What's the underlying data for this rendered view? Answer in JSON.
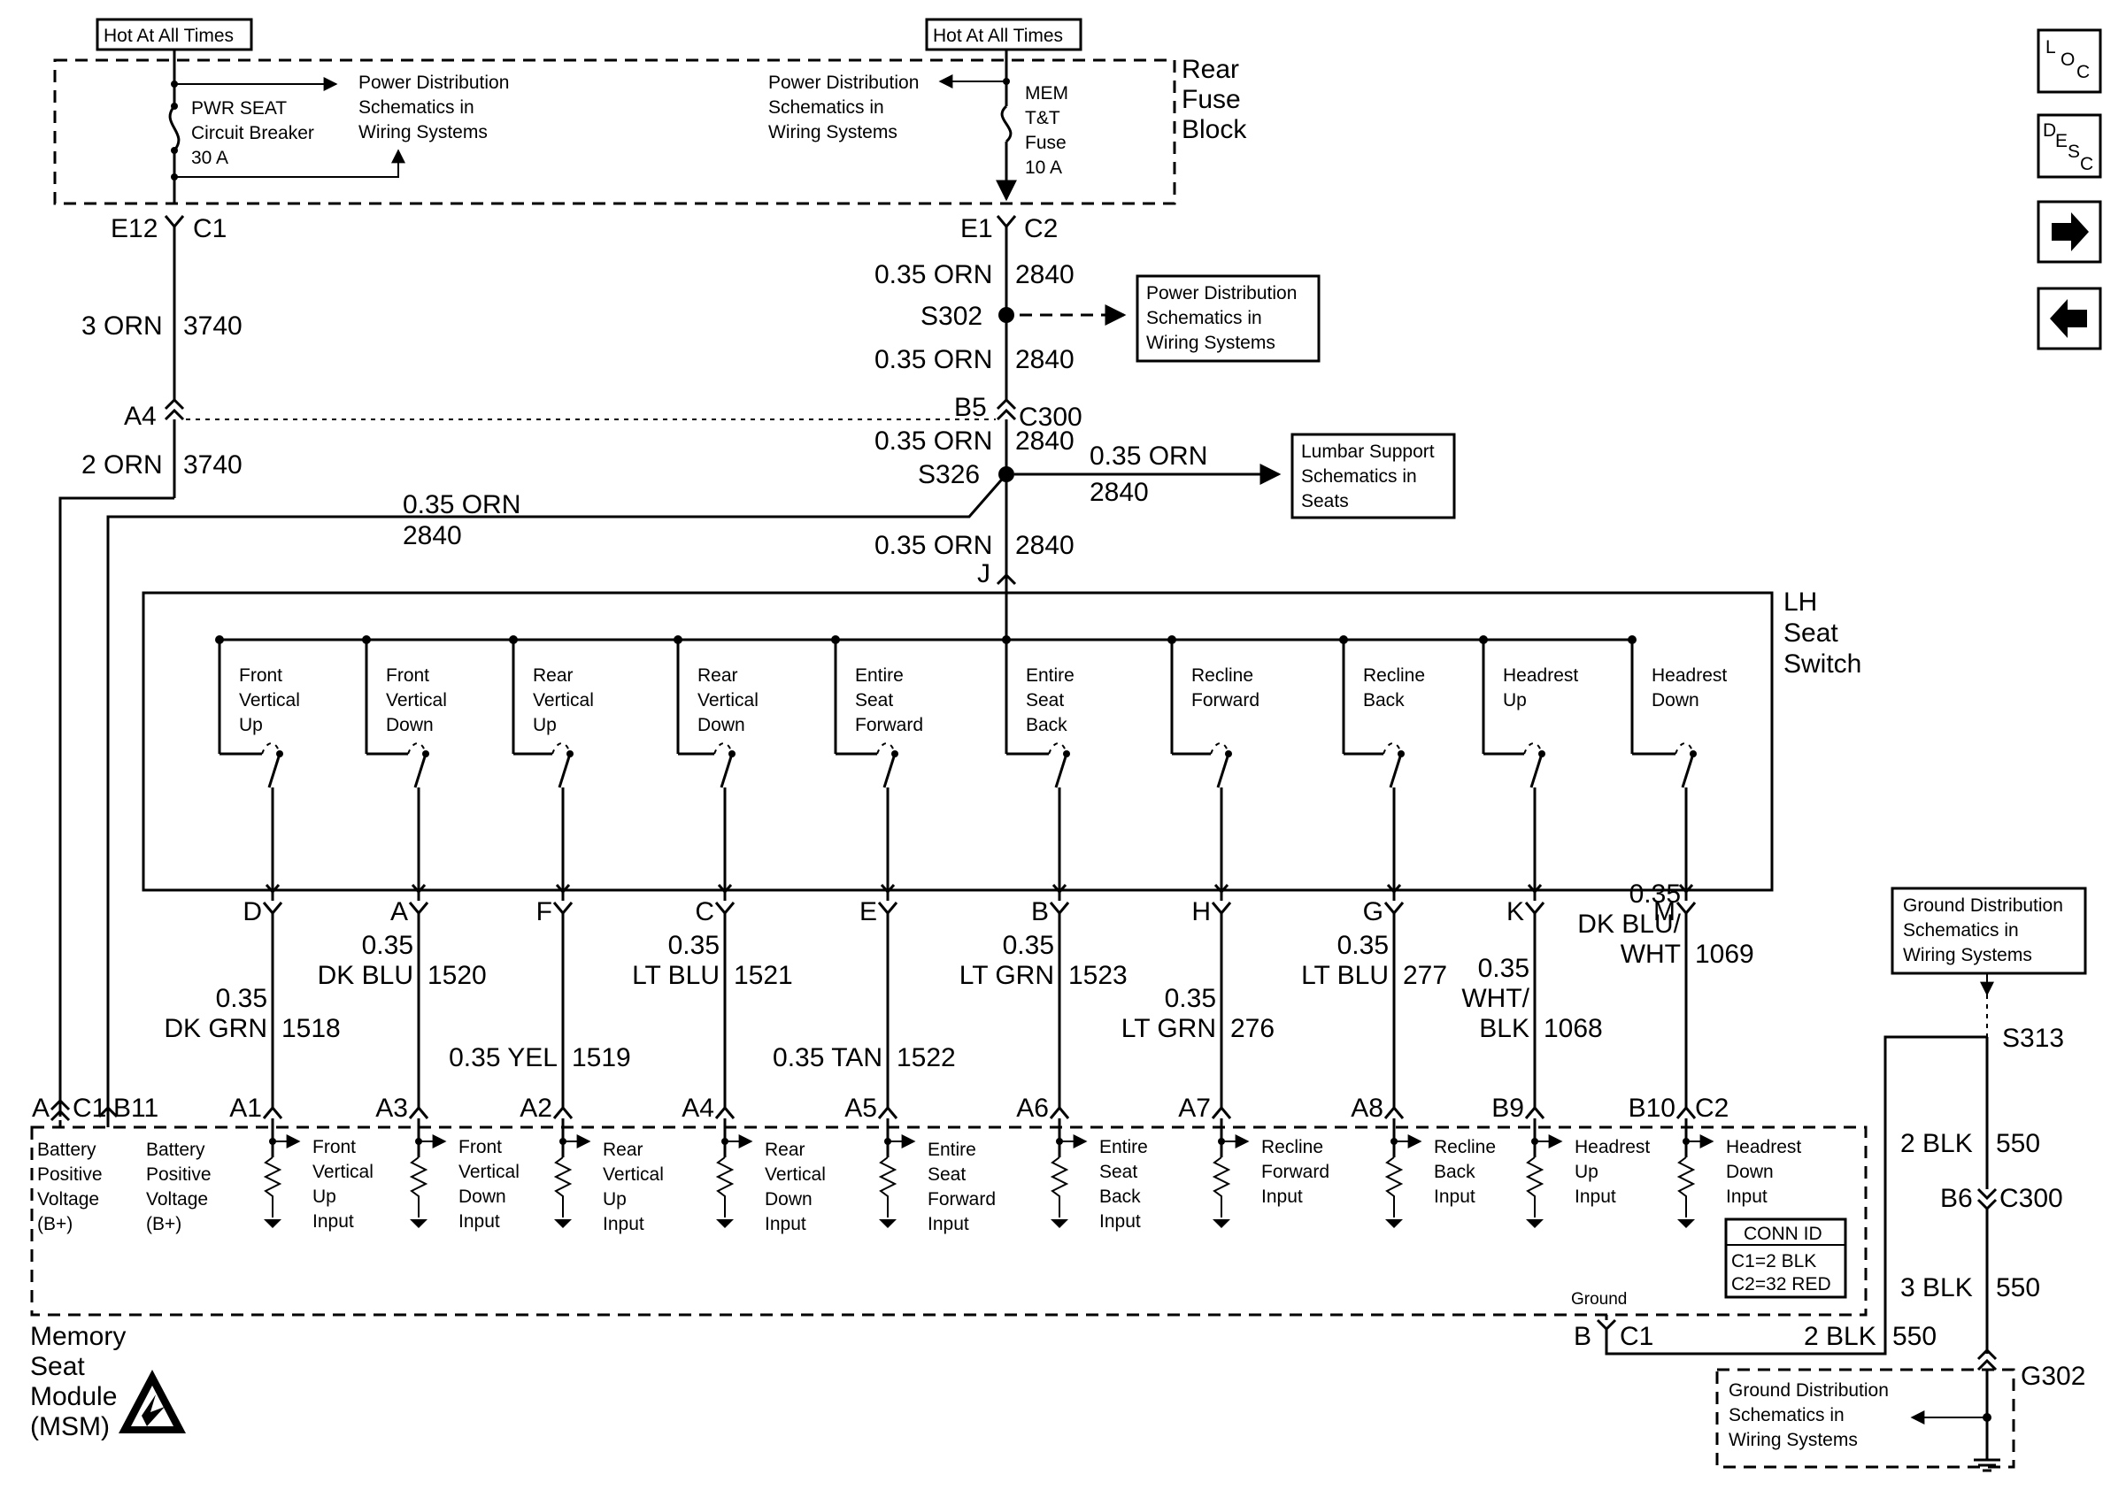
{
  "hot_label_left": "Hot At All Times",
  "hot_label_right": "Hot At All Times",
  "rear_fuse_block": [
    "Rear",
    "Fuse",
    "Block"
  ],
  "pwr_seat_cb": [
    "PWR SEAT",
    "Circuit Breaker",
    "30 A"
  ],
  "pdist_left": [
    "Power Distribution",
    "Schematics in",
    "Wiring Systems"
  ],
  "pdist_right": [
    "Power Distribution",
    "Schematics in",
    "Wiring Systems"
  ],
  "mem_fuse": [
    "MEM",
    "T&T",
    "Fuse",
    "10 A"
  ],
  "conn_e12": "E12",
  "conn_c1_top": "C1",
  "conn_e1": "E1",
  "conn_c2_top": "C2",
  "wire_3orn": "3 ORN",
  "wire_3740a": "3740",
  "wire_2orn": "2 ORN",
  "wire_3740b": "3740",
  "conn_a4": "A4",
  "conn_b5": "B5",
  "conn_c300": "C300",
  "wire_035orn": "0.35 ORN",
  "wire_2840": "2840",
  "splice_s302": "S302",
  "splice_s326": "S326",
  "pdist_s302": [
    "Power Distribution",
    "Schematics in",
    "Wiring Systems"
  ],
  "lumbar": [
    "Lumbar Support",
    "Schematics in",
    "Seats"
  ],
  "conn_j": "J",
  "lh_seat_switch": [
    "LH",
    "Seat",
    "Switch"
  ],
  "switches": [
    {
      "label": [
        "Front",
        "Vertical",
        "Up"
      ],
      "pin": "D",
      "wire": [
        "0.35",
        "DK GRN"
      ],
      "circuit": "1518",
      "msm_pin": "A1",
      "input": [
        "Front",
        "Vertical",
        "Up",
        "Input"
      ]
    },
    {
      "label": [
        "Front",
        "Vertical",
        "Down"
      ],
      "pin": "A",
      "wire": [
        "0.35",
        "DK BLU"
      ],
      "circuit": "1520",
      "msm_pin": "A3",
      "input": [
        "Front",
        "Vertical",
        "Down",
        "Input"
      ]
    },
    {
      "label": [
        "Rear",
        "Vertical",
        "Up"
      ],
      "pin": "F",
      "wire": [
        "0.35 YEL"
      ],
      "circuit": "1519",
      "msm_pin": "A2",
      "input": [
        "Rear",
        "Vertical",
        "Up",
        "Input"
      ]
    },
    {
      "label": [
        "Rear",
        "Vertical",
        "Down"
      ],
      "pin": "C",
      "wire": [
        "0.35",
        "LT BLU"
      ],
      "circuit": "1521",
      "msm_pin": "A4",
      "input": [
        "Rear",
        "Vertical",
        "Down",
        "Input"
      ]
    },
    {
      "label": [
        "Entire",
        "Seat",
        "Forward"
      ],
      "pin": "E",
      "wire": [
        "0.35 TAN"
      ],
      "circuit": "1522",
      "msm_pin": "A5",
      "input": [
        "Entire",
        "Seat",
        "Forward",
        "Input"
      ]
    },
    {
      "label": [
        "Entire",
        "Seat",
        "Back"
      ],
      "pin": "B",
      "wire": [
        "0.35",
        "LT GRN"
      ],
      "circuit": "1523",
      "msm_pin": "A6",
      "input": [
        "Entire",
        "Seat",
        "Back",
        "Input"
      ]
    },
    {
      "label": [
        "Recline",
        "Forward"
      ],
      "pin": "H",
      "wire": [
        "0.35",
        "LT GRN"
      ],
      "circuit": "276",
      "msm_pin": "A7",
      "input": [
        "Recline",
        "Forward",
        "Input"
      ]
    },
    {
      "label": [
        "Recline",
        "Back"
      ],
      "pin": "G",
      "wire": [
        "0.35",
        "LT BLU"
      ],
      "circuit": "277",
      "msm_pin": "A8",
      "input": [
        "Recline",
        "Back",
        "Input"
      ]
    },
    {
      "label": [
        "Headrest",
        "Up"
      ],
      "pin": "K",
      "wire": [
        "0.35",
        "WHT/",
        "BLK"
      ],
      "circuit": "1068",
      "msm_pin": "B9",
      "input": [
        "Headrest",
        "Up",
        "Input"
      ]
    },
    {
      "label": [
        "Headrest",
        "Down"
      ],
      "pin": "M",
      "wire": [
        "0.35",
        "DK BLU/",
        "WHT"
      ],
      "circuit": "1069",
      "msm_pin": "B10",
      "input": [
        "Headrest",
        "Down",
        "Input"
      ]
    }
  ],
  "msm_pin_a": "A",
  "msm_pin_c1": "C1",
  "msm_pin_b11": "B11",
  "msm_pin_c2": "C2",
  "battery_a": [
    "Battery",
    "Positive",
    "Voltage",
    "(B+)"
  ],
  "battery_b": [
    "Battery",
    "Positive",
    "Voltage",
    "(B+)"
  ],
  "conn_id": [
    "CONN ID",
    "C1=2 BLK",
    "C2=32 RED"
  ],
  "ground_label": "Ground",
  "msm_gnd_pin": "B",
  "msm_gnd_conn": "C1",
  "memory_seat_module": [
    "Memory",
    "Seat",
    "Module",
    "(MSM)"
  ],
  "gnd_dist_top": [
    "Ground Distribution",
    "Schematics in",
    "Wiring Systems"
  ],
  "splice_s313": "S313",
  "wire_2blk_a": "2 BLK",
  "wire_550_a": "550",
  "conn_b6": "B6",
  "conn_c300_b": "C300",
  "wire_3blk": "3 BLK",
  "wire_550_b": "550",
  "wire_2blk_b": "2 BLK",
  "wire_550_c": "550",
  "ground_g302": "G302",
  "gnd_dist_bottom": [
    "Ground Distribution",
    "Schematics in",
    "Wiring Systems"
  ],
  "nav_icons": {
    "loc": [
      "L",
      "O",
      "C"
    ],
    "desc": [
      "D",
      "E",
      "S",
      "C"
    ]
  }
}
